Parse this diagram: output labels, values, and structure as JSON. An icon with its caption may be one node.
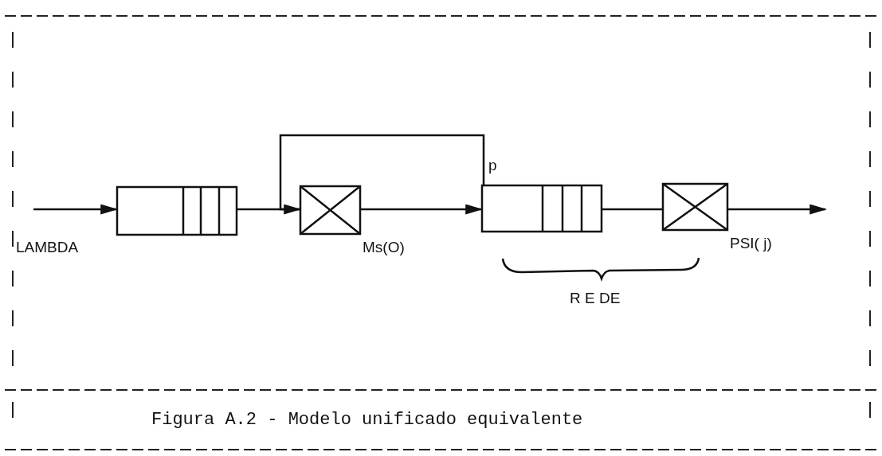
{
  "diagram": {
    "caption": "Figura A.2 - Modelo unificado equivalente",
    "nodes": [
      {
        "text": [],
        "shape": "box"
      },
      {
        "text": [],
        "shape": "box",
        "beside": [
          "Ms(O)"
        ]
      },
      {
        "text": [],
        "shape": "box"
      },
      {
        "text": [],
        "shape": "box",
        "beside": [
          "PSI( j)"
        ]
      }
    ],
    "edges": [
      {
        "from": null,
        "to": 0,
        "arrow": "to",
        "label": "LAMBDA"
      },
      {
        "from": 0,
        "to": 1,
        "arrow": "none"
      },
      {
        "from": 1,
        "to": 2,
        "arrow": "to"
      },
      {
        "from": 2,
        "to": 1,
        "arrow": "to",
        "label": "p"
      },
      {
        "from": 2,
        "to": 3,
        "arrow": "none"
      },
      {
        "from": 3,
        "to": null,
        "arrow": "to"
      }
    ],
    "labels": [
      "R E DE"
    ]
  }
}
